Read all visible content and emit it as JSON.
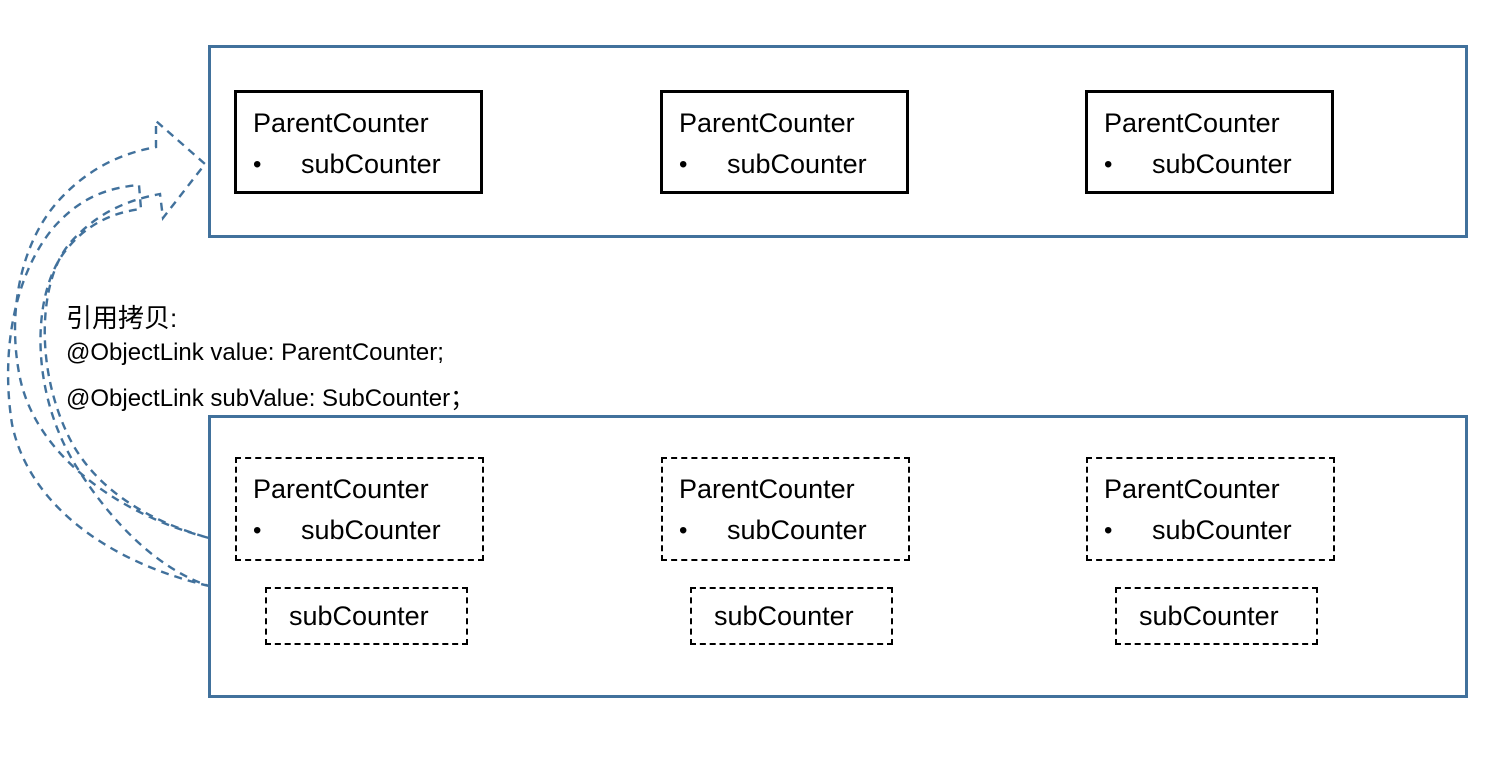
{
  "diagram": {
    "colors": {
      "container_border": "#41719c",
      "arrow": "#41719c",
      "box_border": "#000000",
      "text": "#000000"
    },
    "caption": {
      "line1": "引用拷贝:",
      "line2": "@ObjectLink value: ParentCounter;",
      "line3": "@ObjectLink subValue: SubCounter；"
    },
    "top_group": {
      "boxes": [
        {
          "title": "ParentCounter",
          "bullet": "•",
          "item": "subCounter"
        },
        {
          "title": "ParentCounter",
          "bullet": "•",
          "item": "subCounter"
        },
        {
          "title": "ParentCounter",
          "bullet": "•",
          "item": "subCounter"
        }
      ]
    },
    "bottom_group": {
      "parent_boxes": [
        {
          "title": "ParentCounter",
          "bullet": "•",
          "item": "subCounter"
        },
        {
          "title": "ParentCounter",
          "bullet": "•",
          "item": "subCounter"
        },
        {
          "title": "ParentCounter",
          "bullet": "•",
          "item": "subCounter"
        }
      ],
      "sub_boxes": [
        {
          "label": "subCounter"
        },
        {
          "label": "subCounter"
        },
        {
          "label": "subCounter"
        }
      ]
    }
  }
}
